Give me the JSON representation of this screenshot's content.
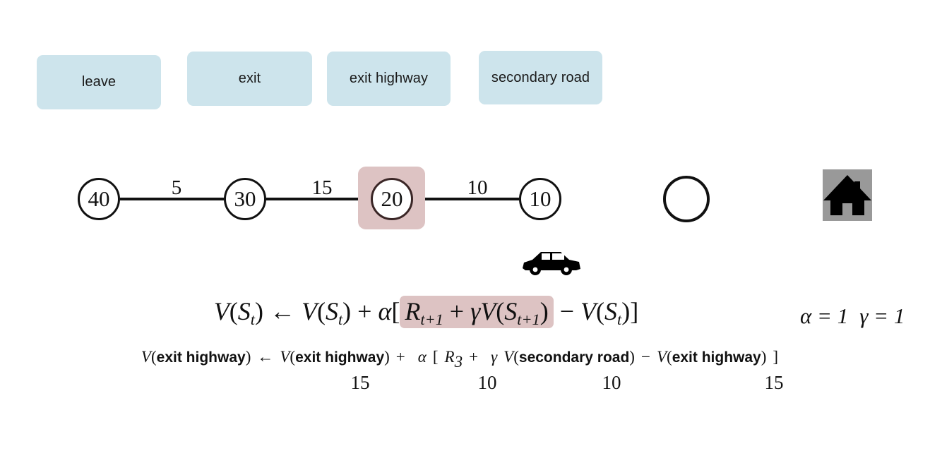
{
  "states": {
    "boxes": [
      {
        "label": "leave"
      },
      {
        "label": "exit"
      },
      {
        "label": "exit highway"
      },
      {
        "label": "secondary road"
      }
    ],
    "box_color": "#cde4ec"
  },
  "graph": {
    "nodes": [
      {
        "label": "40",
        "highlighted": false
      },
      {
        "label": "30",
        "highlighted": false
      },
      {
        "label": "20",
        "highlighted": true
      },
      {
        "label": "10",
        "highlighted": false
      },
      {
        "label": "",
        "highlighted": false
      }
    ],
    "edge_labels": [
      "5",
      "15",
      "10"
    ],
    "highlight_color": "#ddc3c3",
    "agent_icon": "car-icon",
    "goal_icon": "house-icon"
  },
  "main_equation": {
    "lhs_v": "V",
    "lhs_open": "(",
    "lhs_s": "S",
    "lhs_sub": "t",
    "lhs_close": ")",
    "arrow": "←",
    "rhs_v": "V",
    "rhs_s": "S",
    "rhs_sub": "t",
    "plus": "+",
    "alpha": "α",
    "bracket_open": "[",
    "reward_r": "R",
    "reward_sub": "t+1",
    "inner_plus": "+",
    "gamma": "γ",
    "next_v": "V",
    "next_s": "S",
    "next_sub": "t+1",
    "minus": "−",
    "last_v": "V",
    "last_s": "S",
    "last_sub": "t",
    "bracket_close": "]"
  },
  "parameters": {
    "alpha_expr": "α = 1",
    "gamma_expr": "γ = 1"
  },
  "instance_equation": {
    "v1": "V",
    "state1": "exit highway",
    "arrow": "←",
    "v2": "V",
    "state2": "exit highway",
    "plus": "+",
    "alpha": "α",
    "bracket_open": "[",
    "reward_r": "R",
    "reward_sub": "3",
    "inner_plus": "+",
    "gamma": "γ",
    "v3": "V",
    "state3": "secondary road",
    "minus": "−",
    "v4": "V",
    "state4": "exit highway",
    "bracket_close": "]"
  },
  "values_row": [
    "15",
    "10",
    "10",
    "15"
  ]
}
